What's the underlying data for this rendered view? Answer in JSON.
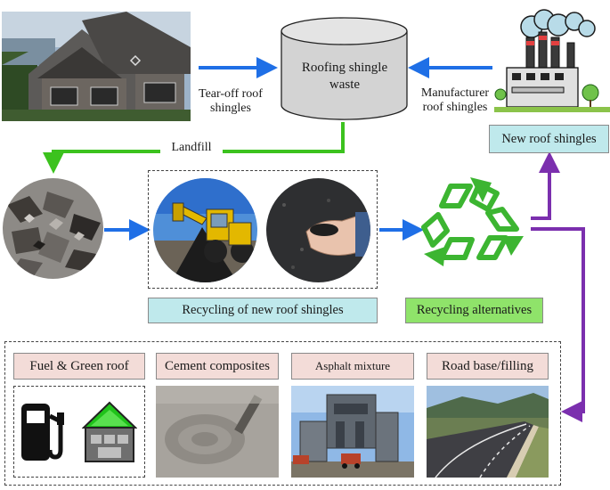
{
  "labels": {
    "waste": "Roofing shingle waste",
    "tearoff": "Tear-off roof shingles",
    "manufacturer": "Manufacturer roof shingles",
    "new_shingles": "New roof shingles",
    "landfill": "Landfill",
    "recycling_new": "Recycling of new roof shingles",
    "recycling_alt": "Recycling alternatives"
  },
  "applications": [
    {
      "label": "Fuel & Green roof"
    },
    {
      "label": "Cement composites"
    },
    {
      "label": "Asphalt mixture"
    },
    {
      "label": "Road base/filling"
    }
  ],
  "colors": {
    "blue_arrow": "#1f6fe6",
    "green_arrow": "#3cc21e",
    "purple_arrow": "#7b2fae",
    "cyan_box": "#bfe9ec",
    "green_box": "#8fe36a",
    "pink_box": "#f3dcd8",
    "recycle_green": "#3cb531"
  },
  "icons": [
    "house-photo",
    "cylinder-tank-icon",
    "factory-icon",
    "landfill-photo",
    "loader-photo",
    "hand-photo",
    "recycle-icon",
    "fuel-pump-icon",
    "green-roof-icon",
    "cement-photo",
    "asphalt-plant-photo",
    "road-photo"
  ]
}
